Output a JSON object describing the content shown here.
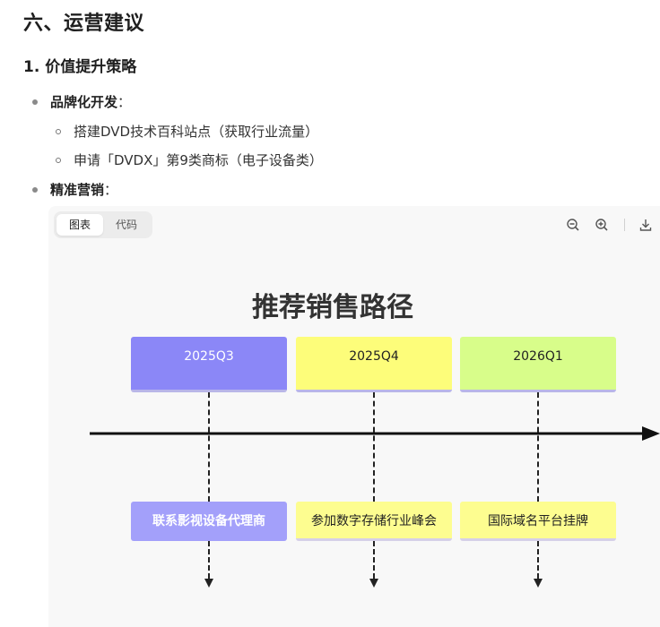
{
  "section_heading": "六、运营建议",
  "sub_heading": "1. 价值提升策略",
  "bullets": [
    {
      "label": "品牌化开发",
      "colon": "：",
      "children": [
        "搭建DVD技术百科站点（获取行业流量）",
        "申请「DVDX」第9类商标（电子设备类）"
      ]
    },
    {
      "label": "精准营销",
      "colon": "："
    }
  ],
  "panel": {
    "tabs": [
      "图表",
      "代码"
    ],
    "active_tab": 0,
    "toolbar_icons": [
      "zoom-out-icon",
      "zoom-in-icon",
      "download-icon"
    ]
  },
  "diagram": {
    "title": "推荐销售路径",
    "periods": [
      {
        "label": "2025Q3",
        "color": "#8b87f7",
        "text_color": "#ffffff"
      },
      {
        "label": "2025Q4",
        "color": "#fdfd7a",
        "text_color": "#222222"
      },
      {
        "label": "2026Q1",
        "color": "#d8fd8a",
        "text_color": "#222222"
      }
    ],
    "events": [
      {
        "label": "联系影视设备代理商",
        "color": "#a3a0fa",
        "text_color": "#ffffff"
      },
      {
        "label": "参加数字存储行业峰会",
        "color": "#fdfd90",
        "text_color": "#222222"
      },
      {
        "label": "国际域名平台挂牌",
        "color": "#fdfd90",
        "text_color": "#222222"
      }
    ]
  }
}
